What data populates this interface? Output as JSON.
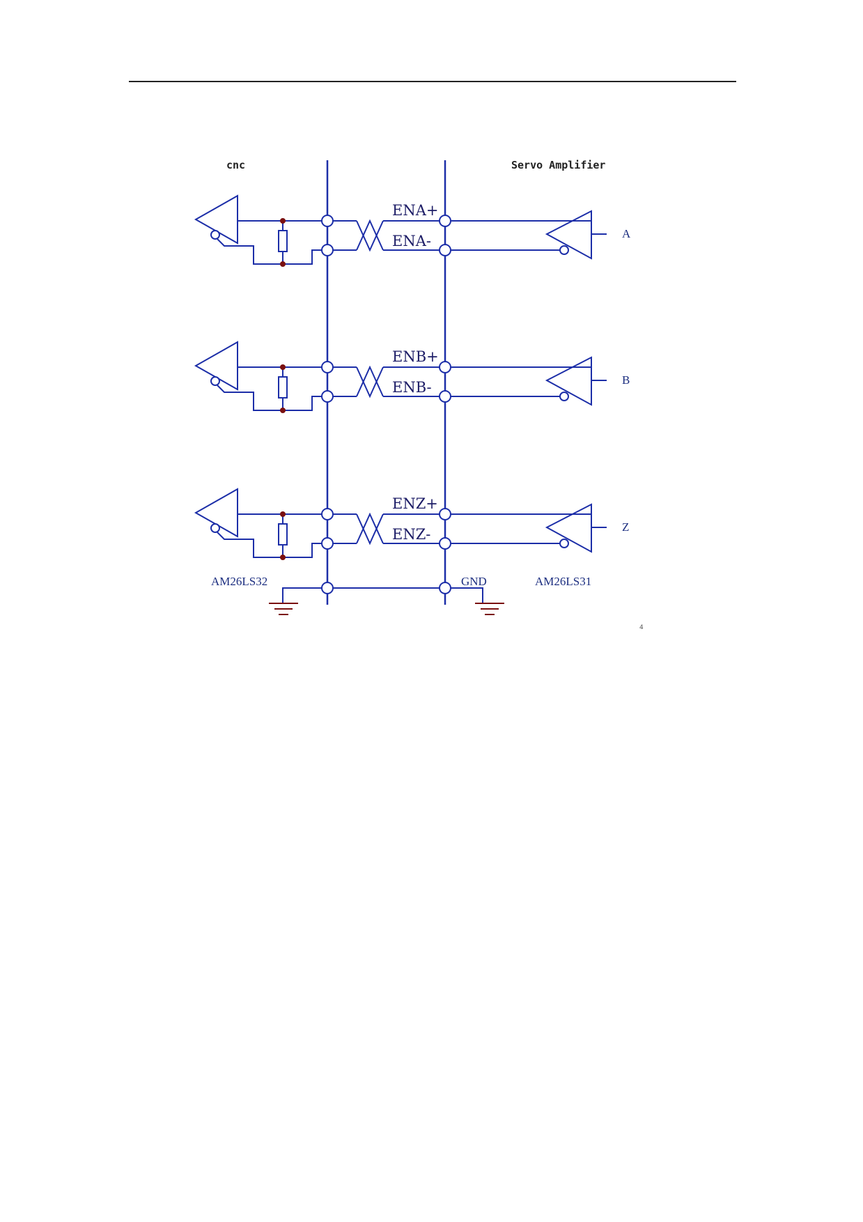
{
  "labels": {
    "left_side": "cnc",
    "right_side": "Servo Amplifier",
    "receiver_chip": "AM26LS32",
    "driver_chip": "AM26LS31",
    "ground": "GND",
    "corner_mark": "4"
  },
  "channels": [
    {
      "id": "A",
      "plus": "ENA+",
      "minus": "ENA-"
    },
    {
      "id": "B",
      "plus": "ENB+",
      "minus": "ENB-"
    },
    {
      "id": "Z",
      "plus": "ENZ+",
      "minus": "ENZ-"
    }
  ],
  "colors": {
    "wire": "#1c2ea8",
    "junction": "#7a1010",
    "ground_symbol": "#7a1010",
    "text": "#1c2e80"
  }
}
